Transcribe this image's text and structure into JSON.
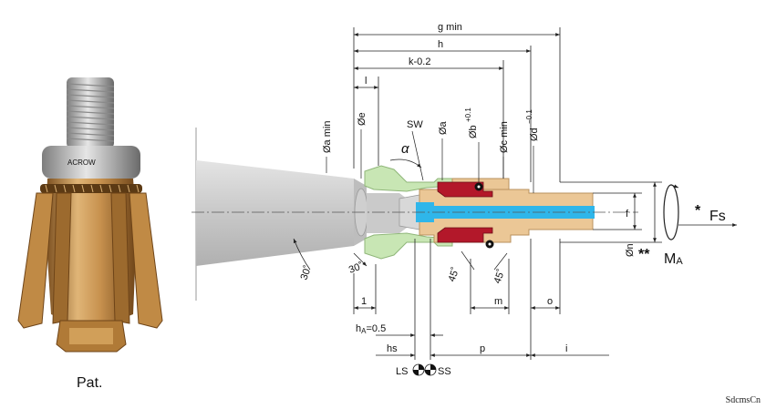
{
  "photo": {
    "brand_text": "ACROW",
    "caption": "Pat."
  },
  "drawing": {
    "dims_top": {
      "g": "g min",
      "h": "h",
      "k": "k-0.2",
      "l": "l"
    },
    "vertical_labels": {
      "a_min": "Øa min",
      "e": "Øe",
      "sw": "SW",
      "a": "Øa",
      "b": "Øb",
      "b_tol": "+0.1",
      "c_min": "Øc min",
      "d": "Ød",
      "d_tol": "−0.1",
      "n": "Øn"
    },
    "alpha": "α",
    "angles": {
      "cone": "30˚",
      "seat": "30˚",
      "left45": "45˚",
      "right45": "45˚"
    },
    "bottom": {
      "one": "1",
      "m": "m",
      "o": "o",
      "ha": "h",
      "ha_sub": "A",
      "ha_val": "=0.5",
      "hs": "hs",
      "p": "p",
      "i": "i",
      "ls": "LS",
      "ss": "SS"
    },
    "right": {
      "f": "f",
      "star": "*",
      "fs": "Fs",
      "dstar": "**",
      "ma": "M",
      "ma_sub": "A"
    }
  },
  "watermark": "SdcmsCn",
  "colors": {
    "body": "#EBC796",
    "seal": "#B3182A",
    "channel": "#2FB6EA",
    "collet": "#C8E6B4",
    "cone": "#CFCFCF",
    "bronze": "#B98847"
  }
}
